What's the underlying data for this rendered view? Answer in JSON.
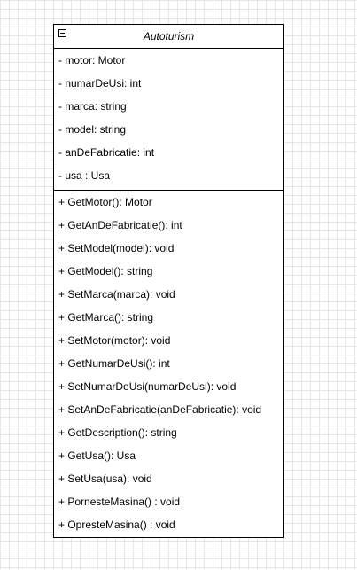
{
  "diagram": {
    "class_name": "Autoturism",
    "attributes": [
      "- motor: Motor",
      "- numarDeUsi: int",
      "- marca: string",
      "- model: string",
      "- anDeFabricatie: int",
      "- usa : Usa"
    ],
    "methods": [
      "+ GetMotor(): Motor",
      "+ GetAnDeFabricatie(): int",
      "+ SetModel(model): void",
      "+ GetModel(): string",
      "+ SetMarca(marca): void",
      "+ GetMarca(): string",
      "+ SetMotor(motor): void",
      "+ GetNumarDeUsi(): int",
      "+ SetNumarDeUsi(numarDeUsi): void",
      "+ SetAnDeFabricatie(anDeFabricatie): void",
      "+ GetDescription(): string",
      "+ GetUsa(): Usa",
      "+ SetUsa(usa): void",
      "+ PornesteMasina() : void",
      "+ OpresteMasina() : void"
    ]
  }
}
